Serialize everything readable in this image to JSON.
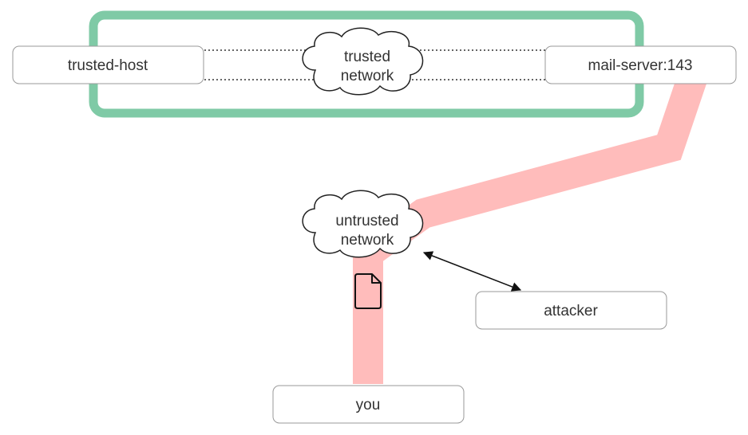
{
  "nodes": {
    "trusted_host": "trusted-host",
    "mail_server": "mail-server:143",
    "attacker": "attacker",
    "you": "you"
  },
  "clouds": {
    "trusted": {
      "line1": "trusted",
      "line2": "network"
    },
    "untrusted": {
      "line1": "untrusted",
      "line2": "network"
    }
  },
  "colors": {
    "trusted_boundary": "#7fcaa6",
    "untrusted_path": "#ffbcbb",
    "node_border": "#999999",
    "text": "#333333"
  }
}
